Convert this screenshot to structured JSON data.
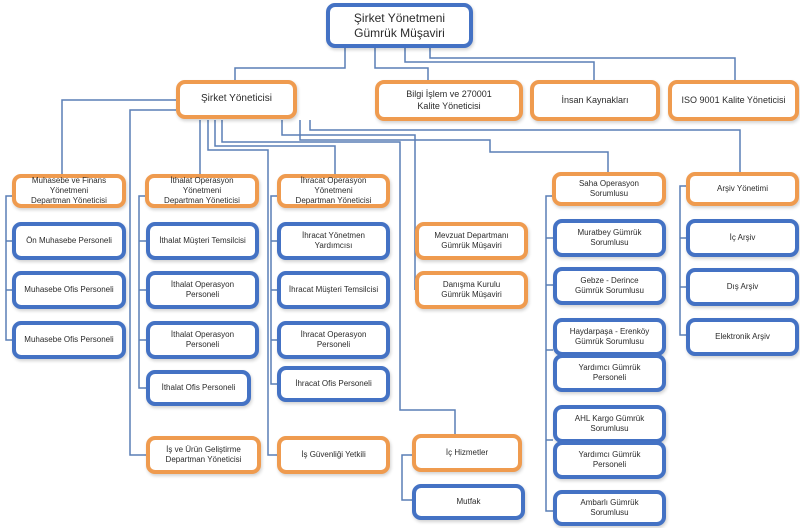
{
  "colors": {
    "blue": "#4472c4",
    "orange": "#ef9b4f",
    "line": "#5a7fb5"
  },
  "nodes": {
    "ceo": "Şirket Yönetmeni\nGümrük Müşaviri",
    "manager": "Şirket Yöneticisi",
    "it_quality": "Bilgi İşlem ve 270001\nKalite Yöneticisi",
    "hr": "İnsan Kaynakları",
    "iso": "ISO 9001 Kalite Yöneticisi",
    "finance_head": "Muhasebe ve Finans Yönetmeni\nDepartman Yöneticisi",
    "pre_accounting": "Ön Muhasebe Personeli",
    "accounting_office_1": "Muhasebe Ofis Personeli",
    "accounting_office_2": "Muhasebe Ofis Personeli",
    "import_head": "İthalat Operasyon Yönetmeni\nDepartman Yöneticisi",
    "import_rep": "İthalat Müşteri Temsilcisi",
    "import_ops_1": "İthalat Operasyon Personeli",
    "import_ops_2": "İthalat Operasyon Personeli",
    "import_office": "İthalat Ofis Personeli",
    "rnd_head": "İş ve Ürün  Geliştirme\nDepartman Yöneticisi",
    "export_head": "İhracat Operasyon Yönetmeni\nDepartman Yöneticisi",
    "export_asst": "İhracat Yönetmen Yardımcısı",
    "export_rep": "İhracat Müşteri Temsilcisi",
    "export_ops": "İhracat Operasyon Personeli",
    "export_office": "İhracat Ofis Personeli",
    "safety": "İş Güvenliği Yetkili",
    "legislation": "Mevzuat Departmanı\nGümrük Müşaviri",
    "advisory": "Danışma Kurulu\nGümrük Müşaviri",
    "internal_services": "İç Hizmetler",
    "kitchen": "Mutfak",
    "field_ops": "Saha Operasyon Sorumlusu",
    "muratbey": "Muratbey Gümrük Sorumlusu",
    "gebze": "Gebze - Derince\nGümrük Sorumlusu",
    "haydarpasa": "Haydarpaşa - Erenköy\nGümrük Sorumlusu",
    "haydarpasa_asst": "Yardımcı Gümrük Personeli",
    "ahl": "AHL Kargo Gümrük Sorumlusu",
    "ahl_asst": "Yardımcı Gümrük Personeli",
    "ambarli": "Ambarlı  Gümrük Sorumlusu",
    "archive_head": "Arşiv Yönetimi",
    "archive_internal": "İç Arşiv",
    "archive_external": "Dış Arşiv",
    "archive_electronic": "Elektronik Arşiv"
  }
}
